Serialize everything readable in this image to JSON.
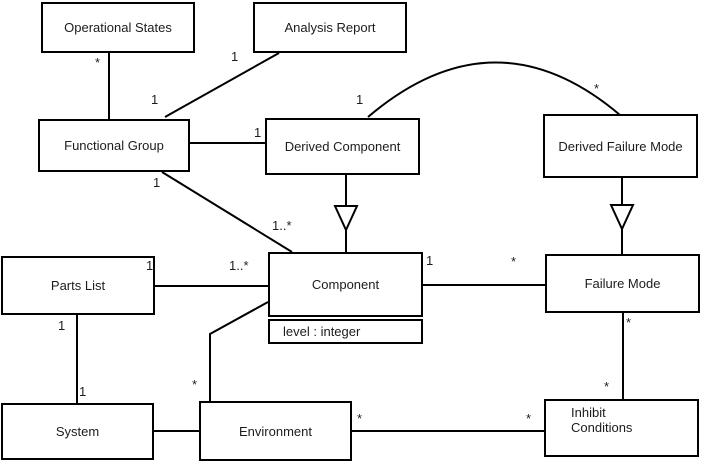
{
  "diagram": {
    "type": "uml-class-diagram",
    "colors": {
      "background": "#ffffff",
      "line": "#000000",
      "text": "#1c1c1c"
    },
    "classes": [
      {
        "name": "Operational States"
      },
      {
        "name": "Analysis Report"
      },
      {
        "name": "Functional Group"
      },
      {
        "name": "Derived Component"
      },
      {
        "name": "Derived Failure Mode"
      },
      {
        "name": "Parts List"
      },
      {
        "name": "Component",
        "attributes": [
          "level : integer"
        ]
      },
      {
        "name": "Failure Mode"
      },
      {
        "name": "System"
      },
      {
        "name": "Environment"
      },
      {
        "name": "Inhibit Conditions",
        "name_lines": [
          "Inhibit",
          "Conditions"
        ]
      }
    ],
    "relationships": [
      {
        "source": "Operational States",
        "target": "Functional Group",
        "type": "association",
        "source_label": "*",
        "target_label": ""
      },
      {
        "source": "Analysis Report",
        "target": "Functional Group",
        "type": "association",
        "source_label": "1",
        "target_label": "1"
      },
      {
        "source": "Functional Group",
        "target": "Derived Component",
        "type": "association",
        "source_label": "",
        "target_label": "1"
      },
      {
        "source": "Functional Group",
        "target": "Component",
        "type": "association",
        "source_label": "1",
        "target_label": "1..*"
      },
      {
        "source": "Derived Component",
        "target": "Component",
        "type": "generalization",
        "source_label": "",
        "target_label": ""
      },
      {
        "source": "Derived Component",
        "target": "Derived Failure Mode",
        "type": "association",
        "source_label": "1",
        "target_label": "*"
      },
      {
        "source": "Derived Failure Mode",
        "target": "Failure Mode",
        "type": "generalization",
        "source_label": "",
        "target_label": ""
      },
      {
        "source": "Parts List",
        "target": "Component",
        "type": "association",
        "source_label": "1",
        "target_label": "1..*"
      },
      {
        "source": "Parts List",
        "target": "System",
        "type": "association",
        "source_label": "1",
        "target_label": "1"
      },
      {
        "source": "System",
        "target": "Environment",
        "type": "association",
        "source_label": "",
        "target_label": ""
      },
      {
        "source": "Environment",
        "target": "Component",
        "type": "association",
        "source_label": "*",
        "target_label": ""
      },
      {
        "source": "Component",
        "target": "Failure Mode",
        "type": "association",
        "source_label": "1",
        "target_label": "*"
      },
      {
        "source": "Failure Mode",
        "target": "Inhibit Conditions",
        "type": "association",
        "source_label": "*",
        "target_label": "*"
      },
      {
        "source": "Environment",
        "target": "Inhibit Conditions",
        "type": "association",
        "source_label": "*",
        "target_label": "*"
      }
    ]
  }
}
